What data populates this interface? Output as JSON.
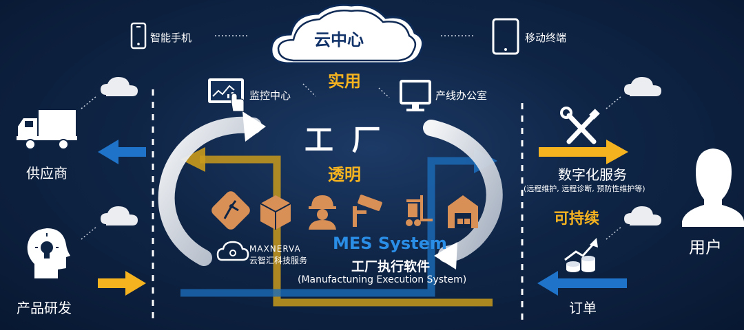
{
  "top": {
    "cloud_center_label": "云中心",
    "phone_label": "智能手机",
    "tablet_label": "移动终端",
    "practical_label": "实用",
    "monitor_center_label": "监控中心",
    "line_office_label": "产线办公室"
  },
  "center": {
    "factory_label": "工 厂",
    "transparent_label": "透明",
    "brand_en": "MAXNERVA",
    "brand_cn": "云智汇科技服务",
    "mes_title": "MES System",
    "mes_cn": "工厂执行软件",
    "mes_full": "(Manufactuning Execution System)"
  },
  "left": {
    "supplier_label": "供应商",
    "rnd_label": "产品研发"
  },
  "right": {
    "digital_service_label": "数字化服务",
    "digital_service_sub": "(远程维护, 远程诊断, 预防性维护等)",
    "sustainable_label": "可持续",
    "user_label": "用户",
    "order_label": "订单"
  },
  "colors": {
    "gold": "#f6b320",
    "blue": "#1f73c8",
    "background": "#0f2546",
    "icon_orange": "#d99056"
  }
}
